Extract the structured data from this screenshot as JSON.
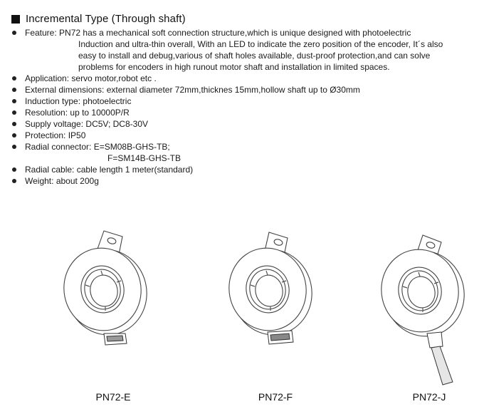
{
  "heading": "Incremental Type (Through shaft)",
  "specs": {
    "feature": {
      "label": "Feature:",
      "line1": "PN72 has a mechanical soft connection structure,which is unique designed with photoelectric",
      "line2": "Induction and ultra-thin overall, With an LED to indicate the zero position of the encoder, It´s also",
      "line3": "easy to install and debug,various of shaft holes available, dust-proof protection,and can solve",
      "line4": "problems for encoders in high runout motor shaft and installation in limited spaces."
    },
    "application": {
      "label": "Application:",
      "value": "servo motor,robot etc ."
    },
    "dimensions": {
      "label": "External dimensions:",
      "value": "external diameter 72mm,thicknes 15mm,hollow shaft up to Ø30mm"
    },
    "induction": {
      "label": "Induction type:",
      "value": "photoelectric"
    },
    "resolution": {
      "label": "Resolution:",
      "value": "up to 10000P/R"
    },
    "supply": {
      "label": "Supply voltage:",
      "value": "DC5V; DC8-30V"
    },
    "protection": {
      "label": "Protection:",
      "value": "IP50"
    },
    "connector": {
      "label": "Radial connector:",
      "value1": "E=SM08B-GHS-TB;",
      "value2": "F=SM14B-GHS-TB"
    },
    "cable": {
      "label": "Radial cable:",
      "value": "cable length 1 meter(standard)"
    },
    "weight": {
      "label": "Weight:",
      "value": "about 200g"
    }
  },
  "products": [
    {
      "name": "PN72-E"
    },
    {
      "name": "PN72-F"
    },
    {
      "name": "PN72-J"
    }
  ]
}
